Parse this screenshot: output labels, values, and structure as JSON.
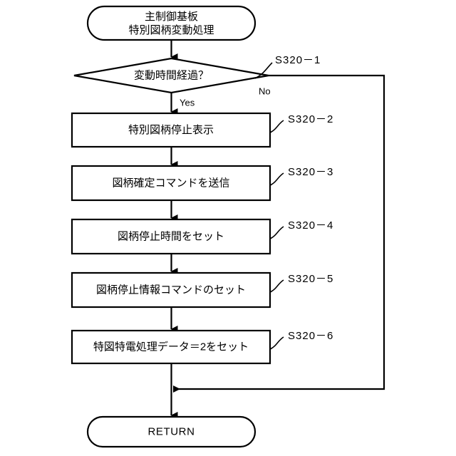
{
  "diagram": {
    "type": "flowchart",
    "title_block": {
      "line1": "主制御基板",
      "line2": "特別図柄変動処理"
    },
    "decision": {
      "text": "変動時間経過？",
      "step": "S320－1",
      "yes_label": "Yes",
      "no_label": "No"
    },
    "processes": [
      {
        "text": "特別図柄停止表示",
        "step": "S320－2"
      },
      {
        "text": "図柄確定コマンドを送信",
        "step": "S320－3"
      },
      {
        "text": "図柄停止時間をセット",
        "step": "S320－4"
      },
      {
        "text": "図柄停止情報コマンドのセット",
        "step": "S320－5"
      },
      {
        "text": "特図特電処理データ＝2をセット",
        "step": "S320－6"
      }
    ],
    "terminal_end": {
      "text": "RETURN"
    },
    "colors": {
      "stroke": "#000000",
      "fill": "#ffffff",
      "background": "#ffffff"
    }
  }
}
